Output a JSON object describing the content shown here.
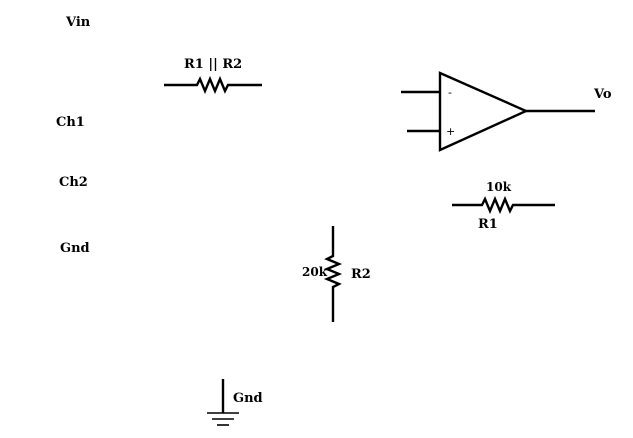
{
  "labels": {
    "vin": "Vin",
    "ch1": "Ch1",
    "ch2": "Ch2",
    "gnd": "Gnd",
    "vo": "Vo"
  },
  "parallel_resistor": {
    "label": "R1 || R2"
  },
  "opamp": {
    "inverting": "-",
    "noninverting": "+"
  },
  "resistor_r1": {
    "value": "10k",
    "name": "R1"
  },
  "resistor_r2": {
    "value": "20k",
    "name": "R2"
  },
  "ground_symbol": {
    "label": "Gnd"
  }
}
